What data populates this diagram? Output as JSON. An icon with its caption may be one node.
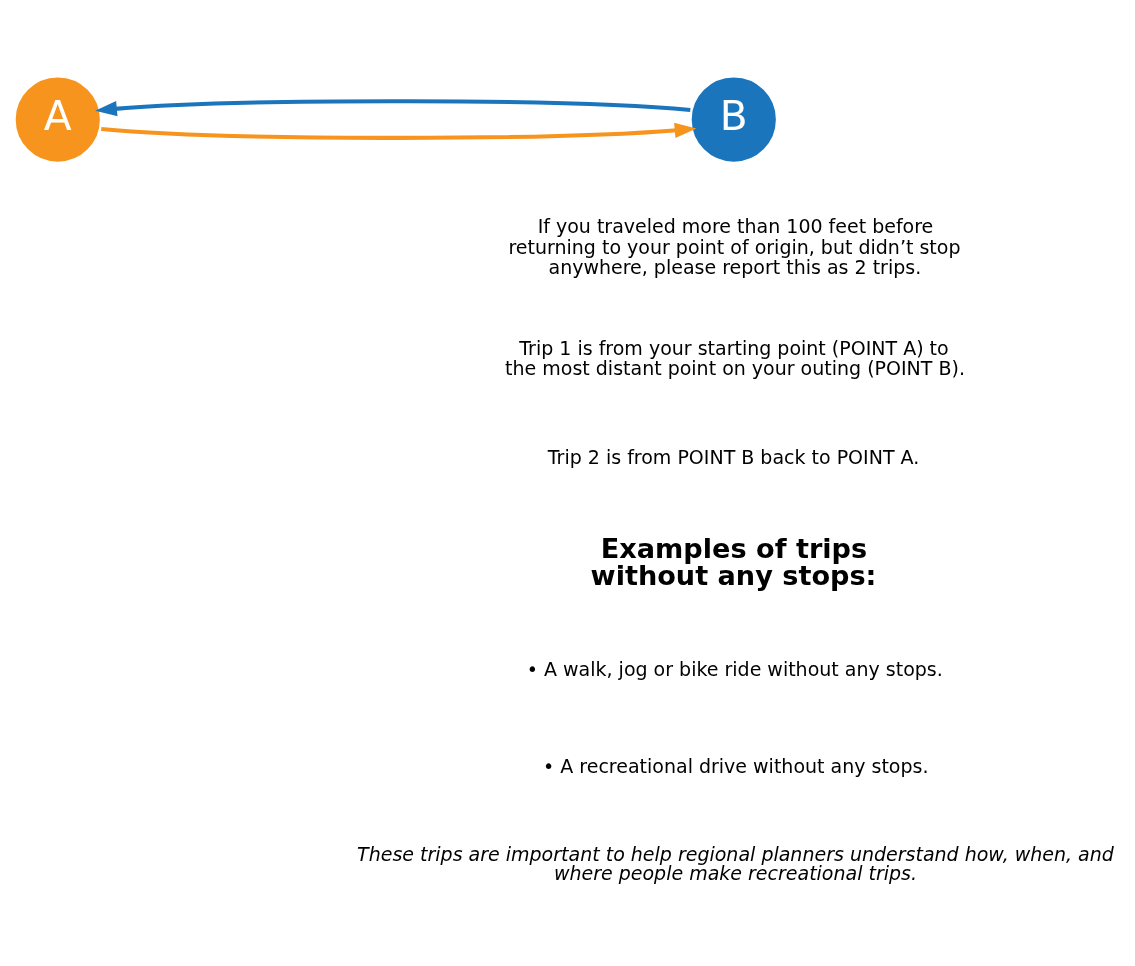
{
  "diagram": {
    "nodes": [
      {
        "text": [
          "A"
        ]
      },
      {
        "text": [
          "B"
        ]
      }
    ],
    "edges": [
      {
        "from": 0,
        "to": 1,
        "arrow": "to",
        "color": "#f7941d"
      },
      {
        "from": 1,
        "to": 0,
        "arrow": "to",
        "color": "#1b75bc"
      }
    ],
    "labels": [
      "If you traveled more than 100 feet before returning to your point of origin, but didn’t stop anywhere, please report this as 2 trips.",
      "Trip 1 is from your starting point (POINT A) to the most distant point on your outing (POINT B).",
      "Trip 2 is from POINT B back to POINT A.",
      "Examples of trips without any stops:",
      "• A walk, jog or bike ride without any stops.",
      "• A recreational drive without any stops.",
      "These trips are important to help regional planners understand how, when, and where people make recreational trips."
    ]
  }
}
